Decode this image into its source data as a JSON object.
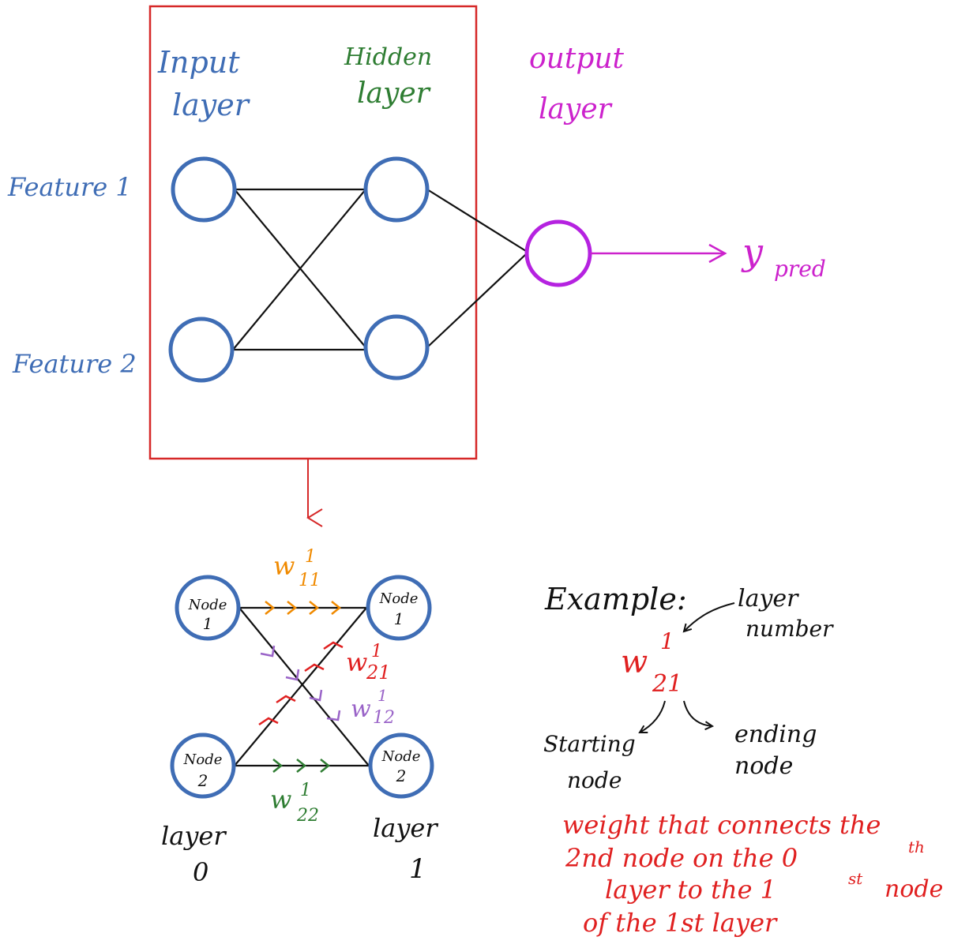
{
  "colors": {
    "blue": "#3f6db5",
    "green": "#2e7d32",
    "magenta": "#cc22cc",
    "red": "#e02020",
    "orange": "#f08a00",
    "purple": "#9a64c8",
    "black": "#111111",
    "box": "#d62828"
  },
  "top": {
    "input_layer": [
      "Input",
      "layer"
    ],
    "hidden_layer": [
      "Hidden",
      "layer"
    ],
    "output_layer": [
      "output",
      "layer"
    ],
    "feature1": "Feature 1",
    "feature2": "Feature 2",
    "y_main": "y",
    "y_sub": "pred"
  },
  "bottom": {
    "node_word": "Node",
    "n1": "1",
    "n2": "2",
    "w": "w",
    "w11": {
      "sup": "1",
      "sub": "11"
    },
    "w21": {
      "sup": "1",
      "sub": "21"
    },
    "w12": {
      "sup": "1",
      "sub": "12"
    },
    "w22": {
      "sup": "1",
      "sub": "22"
    },
    "layer0": [
      "layer",
      "0"
    ],
    "layer1": [
      "layer",
      "1"
    ]
  },
  "example": {
    "title": "Example:",
    "layer_number": [
      "layer",
      "number"
    ],
    "w": "w",
    "sup": "1",
    "sub": "21",
    "starting": [
      "Starting",
      "node"
    ],
    "ending": [
      "ending",
      "node"
    ],
    "explanation": [
      "weight that connects the",
      "2nd node on the 0",
      "layer to the 1",
      "of the 1st layer"
    ],
    "th": "th",
    "st": "st",
    "node_word": "node"
  }
}
